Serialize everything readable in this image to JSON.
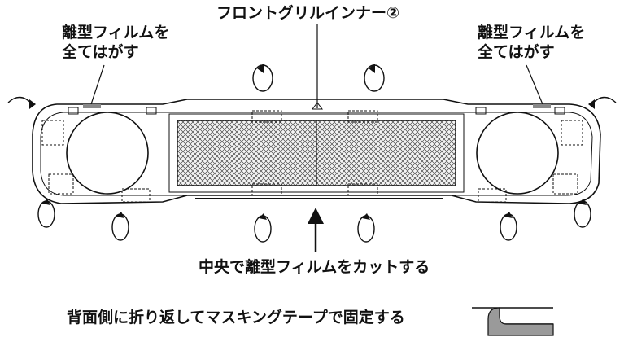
{
  "labels": {
    "part_name": "フロントグリルインナー②",
    "left_note_line1": "離型フィルムを",
    "left_note_line2": "全てはがす",
    "right_note_line1": "離型フィルムを",
    "right_note_line2": "全てはがす",
    "center_cut": "中央で離型フィルムをカットする",
    "bottom_instruction": "背面側に折り返してマスキングテープで固定する"
  }
}
